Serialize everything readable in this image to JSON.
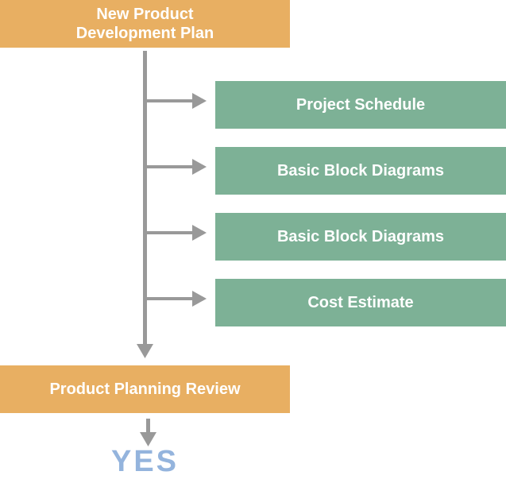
{
  "start": {
    "label_line1": "New Product",
    "label_line2": "Development Plan"
  },
  "steps": [
    {
      "label": "Project Schedule"
    },
    {
      "label": "Basic Block Diagrams"
    },
    {
      "label": "Basic Block Diagrams"
    },
    {
      "label": "Cost Estimate"
    }
  ],
  "review": {
    "label": "Product Planning Review"
  },
  "outcome": {
    "label": "YES"
  },
  "colors": {
    "start": "#e8af62",
    "step": "#7db196",
    "arrow": "#999999",
    "outcome": "#94b4dd"
  }
}
